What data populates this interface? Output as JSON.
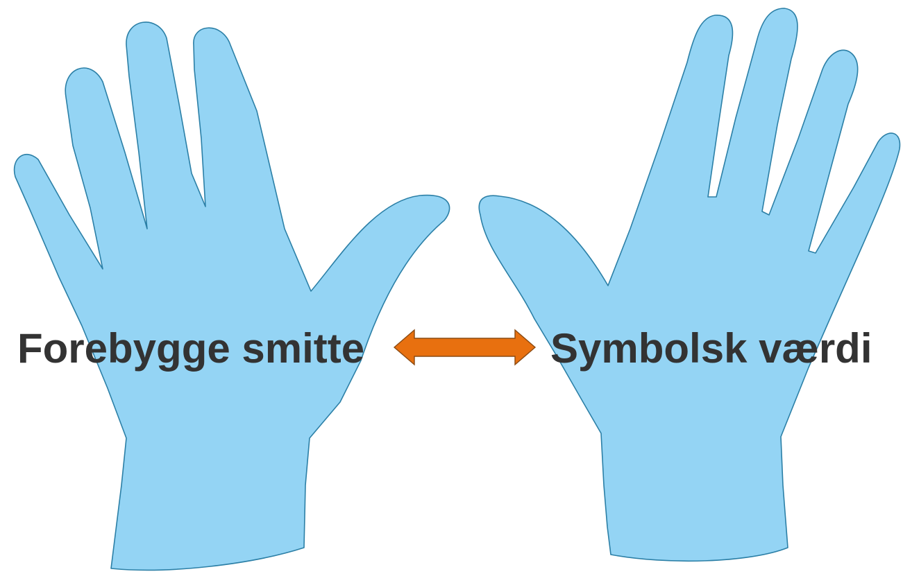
{
  "diagram": {
    "left_label": "Forebygge smitte",
    "right_label": "Symbolsk værdi",
    "arrow": "double-headed-arrow"
  },
  "colors": {
    "glove_fill": "#94d4f4",
    "glove_outline": "#2b7fa6",
    "arrow_fill": "#e8700f",
    "text": "#333333"
  }
}
